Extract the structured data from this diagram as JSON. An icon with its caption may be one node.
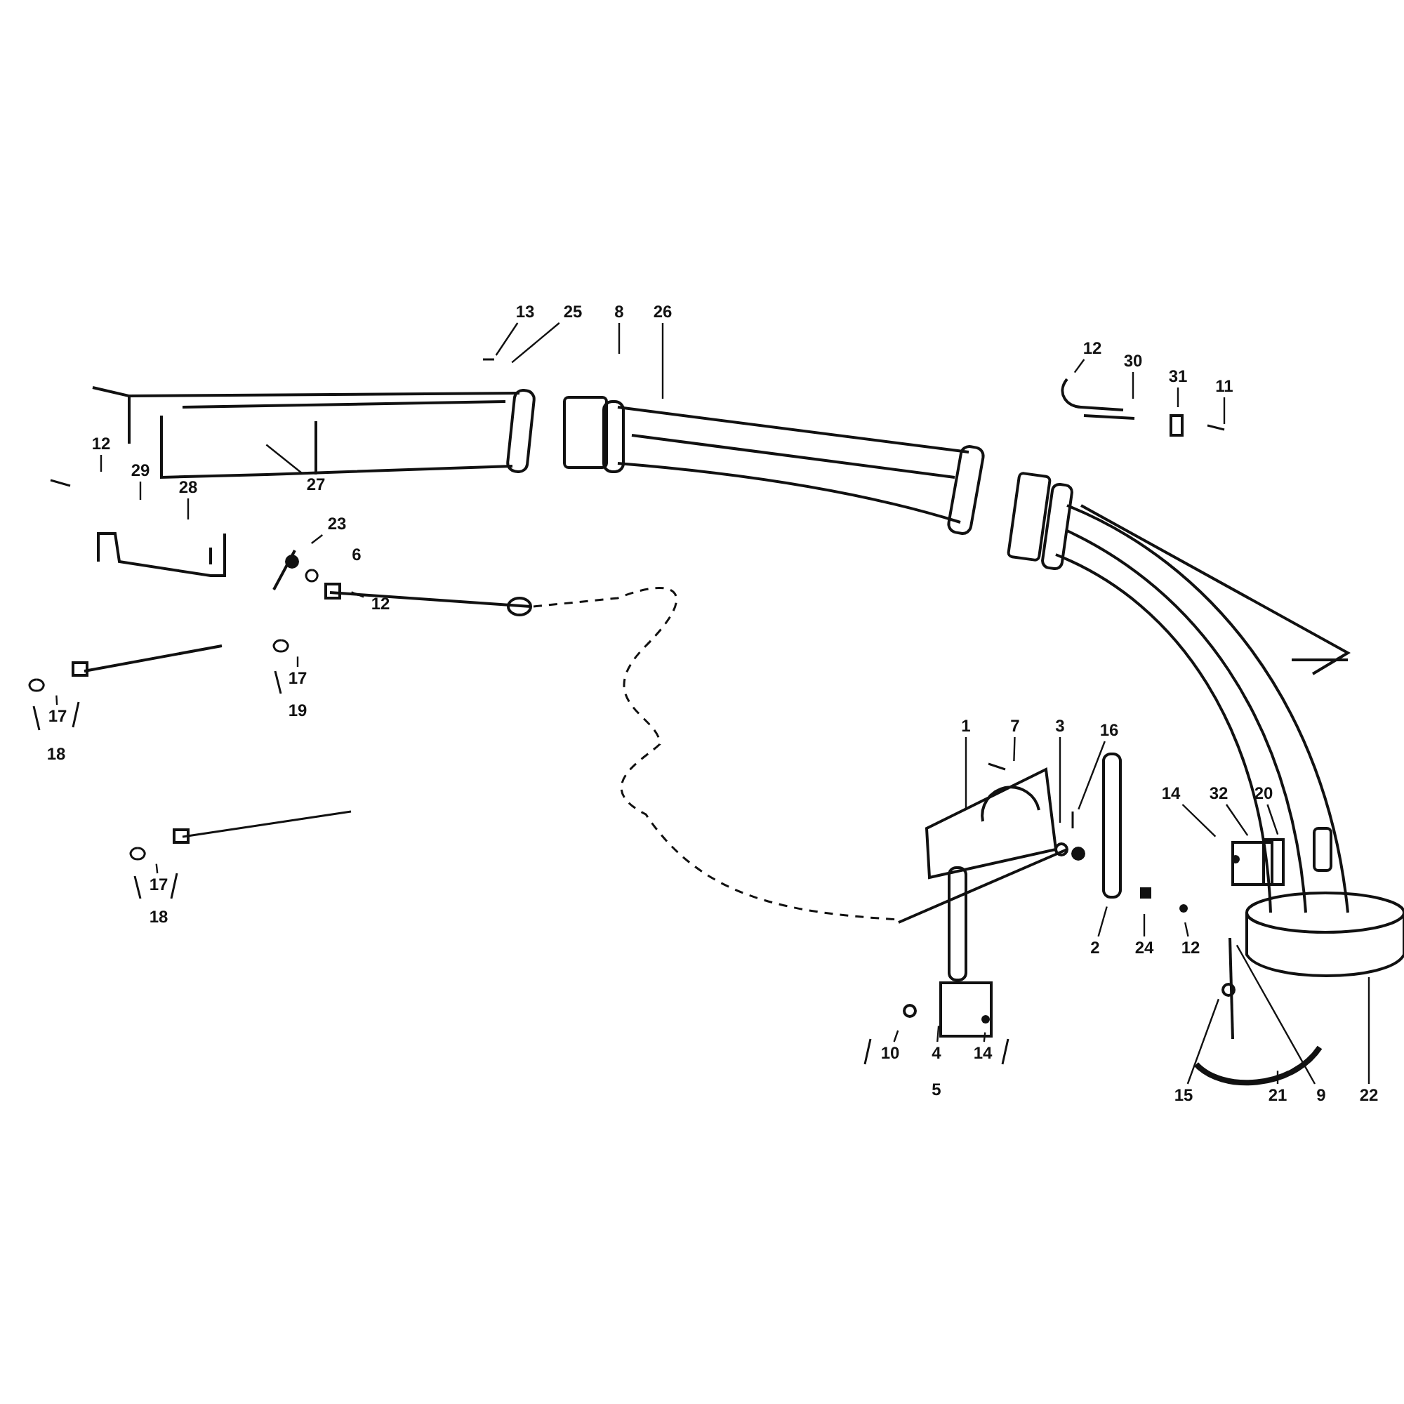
{
  "diagram": {
    "nodes": [
      {
        "text": [
          "13"
        ]
      },
      {
        "text": [
          "25"
        ]
      },
      {
        "text": [
          "8"
        ]
      },
      {
        "text": [
          "26"
        ]
      },
      {
        "text": [
          "12"
        ]
      },
      {
        "text": [
          "30"
        ]
      },
      {
        "text": [
          "31"
        ]
      },
      {
        "text": [
          "11"
        ]
      },
      {
        "text": [
          "12"
        ]
      },
      {
        "text": [
          "29"
        ]
      },
      {
        "text": [
          "28"
        ]
      },
      {
        "text": [
          "27"
        ]
      },
      {
        "text": [
          "23"
        ]
      },
      {
        "text": [
          "12"
        ]
      },
      {
        "text": [
          "17"
        ]
      },
      {
        "text": [
          "17"
        ]
      },
      {
        "text": [
          "17"
        ]
      },
      {
        "text": [
          "1"
        ]
      },
      {
        "text": [
          "7"
        ]
      },
      {
        "text": [
          "3"
        ]
      },
      {
        "text": [
          "16"
        ]
      },
      {
        "text": [
          "14"
        ]
      },
      {
        "text": [
          "32"
        ]
      },
      {
        "text": [
          "20"
        ]
      },
      {
        "text": [
          "2"
        ]
      },
      {
        "text": [
          "24"
        ]
      },
      {
        "text": [
          "12"
        ]
      },
      {
        "text": [
          "10"
        ]
      },
      {
        "text": [
          "4"
        ]
      },
      {
        "text": [
          "14"
        ]
      },
      {
        "text": [
          "15"
        ]
      },
      {
        "text": [
          "21"
        ]
      },
      {
        "text": [
          "9"
        ]
      },
      {
        "text": [
          "22"
        ]
      }
    ],
    "edges": [
      {
        "from": 0,
        "to": null,
        "arrow": "none"
      },
      {
        "from": 1,
        "to": null,
        "arrow": "none"
      },
      {
        "from": 2,
        "to": null,
        "arrow": "none"
      },
      {
        "from": 3,
        "to": null,
        "arrow": "none"
      },
      {
        "from": 4,
        "to": null,
        "arrow": "none"
      },
      {
        "from": 5,
        "to": null,
        "arrow": "none"
      },
      {
        "from": 6,
        "to": null,
        "arrow": "none"
      },
      {
        "from": 7,
        "to": null,
        "arrow": "none"
      },
      {
        "from": 8,
        "to": null,
        "arrow": "none"
      },
      {
        "from": 9,
        "to": null,
        "arrow": "none"
      },
      {
        "from": 10,
        "to": null,
        "arrow": "none"
      },
      {
        "from": 11,
        "to": null,
        "arrow": "none"
      },
      {
        "from": 12,
        "to": null,
        "arrow": "none"
      },
      {
        "from": 13,
        "to": null,
        "arrow": "none"
      },
      {
        "from": 14,
        "to": null,
        "arrow": "none"
      },
      {
        "from": 15,
        "to": null,
        "arrow": "none"
      },
      {
        "from": 16,
        "to": null,
        "arrow": "none"
      },
      {
        "from": 17,
        "to": null,
        "arrow": "none"
      },
      {
        "from": 18,
        "to": null,
        "arrow": "none"
      },
      {
        "from": 19,
        "to": null,
        "arrow": "none"
      },
      {
        "from": 20,
        "to": null,
        "arrow": "none"
      },
      {
        "from": 21,
        "to": null,
        "arrow": "none"
      },
      {
        "from": 22,
        "to": null,
        "arrow": "none"
      },
      {
        "from": 23,
        "to": null,
        "arrow": "none"
      },
      {
        "from": 24,
        "to": null,
        "arrow": "none"
      },
      {
        "from": 25,
        "to": null,
        "arrow": "none"
      },
      {
        "from": 26,
        "to": null,
        "arrow": "none"
      },
      {
        "from": 27,
        "to": null,
        "arrow": "none"
      },
      {
        "from": 28,
        "to": null,
        "arrow": "none"
      },
      {
        "from": 29,
        "to": null,
        "arrow": "none"
      },
      {
        "from": 30,
        "to": null,
        "arrow": "none"
      },
      {
        "from": 31,
        "to": null,
        "arrow": "none"
      },
      {
        "from": 32,
        "to": null,
        "arrow": "none"
      },
      {
        "from": 33,
        "to": null,
        "arrow": "none"
      }
    ],
    "labels": [
      "6",
      "19",
      "18",
      "18",
      "5"
    ]
  }
}
